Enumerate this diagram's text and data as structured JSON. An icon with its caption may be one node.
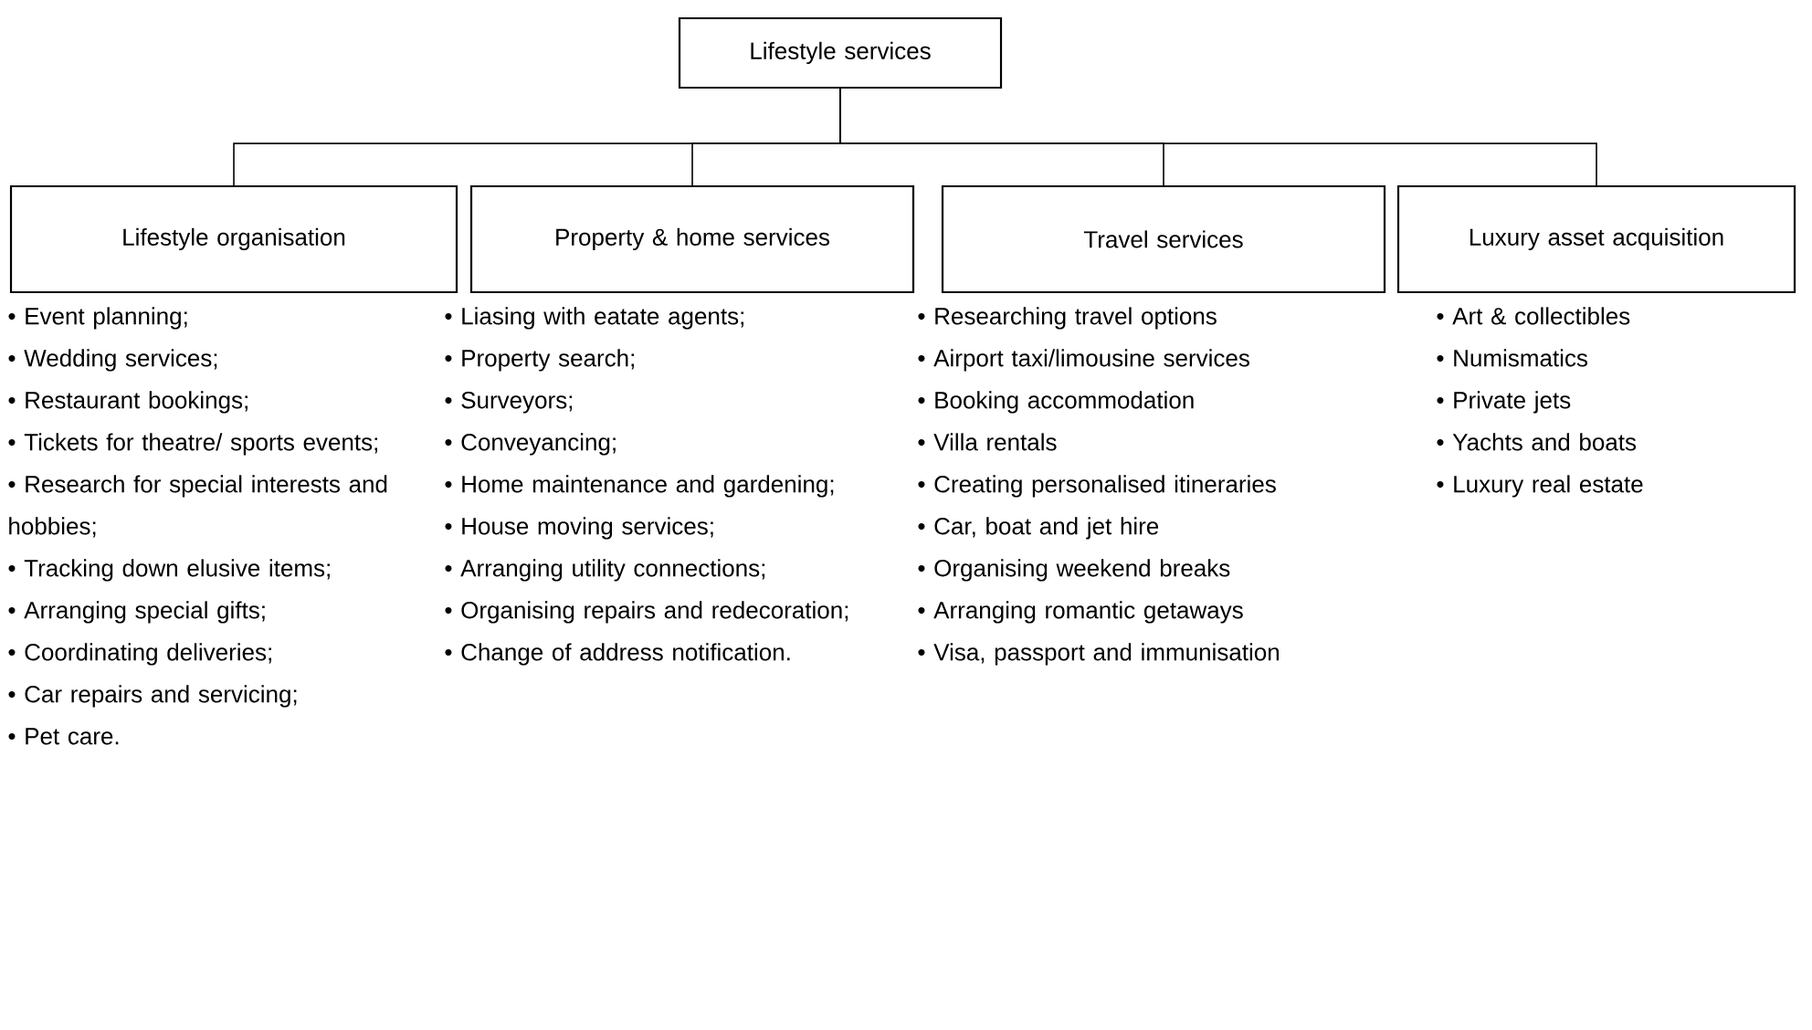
{
  "diagram": {
    "nodes": [
      {
        "text": [
          "Lifestyle services"
        ]
      },
      {
        "text": [
          "Lifestyle organisation"
        ],
        "beside": [
          "• Event planning;",
          "• Wedding services;",
          "• Restaurant bookings;",
          "• Tickets for theatre/ sports events;",
          "• Research for special interests and hobbies;",
          "• Tracking down elusive items;",
          "• Arranging special gifts;",
          "• Coordinating deliveries;",
          "• Car repairs and servicing;",
          "• Pet care."
        ]
      },
      {
        "text": [
          "Property & home services"
        ],
        "beside": [
          "• Liasing with eatate agents;",
          "• Property search;",
          "• Surveyors;",
          "• Conveyancing;",
          "• Home maintenance and gardening;",
          "• House moving services;",
          "• Arranging utility connections;",
          "• Organising repairs and redecoration;",
          "• Change of address notification."
        ]
      },
      {
        "text": [
          "Travel services"
        ],
        "beside": [
          "• Researching travel options",
          "• Airport taxi/limousine services",
          "• Booking accommodation",
          "• Villa rentals",
          "• Creating personalised itineraries",
          "• Car, boat and jet hire",
          "• Organising weekend breaks",
          "• Arranging romantic getaways",
          "• Visa, passport and immunisation"
        ]
      },
      {
        "text": [
          "Luxury asset acquisition"
        ],
        "beside": [
          "• Art & collectibles",
          "• Numismatics",
          "• Private jets",
          "• Yachts and boats",
          "• Luxury real estate"
        ]
      }
    ],
    "edges": [
      {
        "from": 0,
        "to": 1,
        "arrow": "none"
      },
      {
        "from": 0,
        "to": 2,
        "arrow": "none"
      },
      {
        "from": 0,
        "to": 3,
        "arrow": "none"
      },
      {
        "from": 0,
        "to": 4,
        "arrow": "none"
      }
    ]
  }
}
